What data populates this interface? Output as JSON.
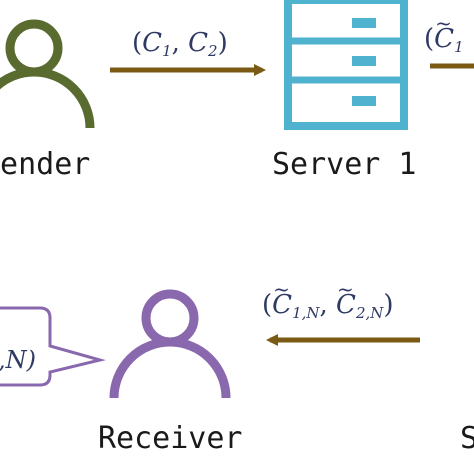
{
  "nodes": {
    "sender": {
      "label": "Sender"
    },
    "server1": {
      "label": "Server 1"
    },
    "receiver": {
      "label": "Receiver"
    },
    "server_right": {
      "label": "S"
    }
  },
  "edges": {
    "sender_to_server1": {
      "c1": "C",
      "c1_sub": "1",
      "c2": "C",
      "c2_sub": "2"
    },
    "server1_to_next": {
      "c1": "C",
      "c1_sub": "1"
    },
    "next_to_receiver": {
      "c1": "C",
      "c1_sub": "1,N",
      "c2": "C",
      "c2_sub": "2,N"
    }
  },
  "bubble": {
    "text": ",N)"
  },
  "colors": {
    "sender": "#5a6b2f",
    "server": "#4fb3cf",
    "receiver": "#8a68ad",
    "arrow": "#7a5a14",
    "bubble_border": "#8a68ad",
    "math": "#2e3a63"
  }
}
